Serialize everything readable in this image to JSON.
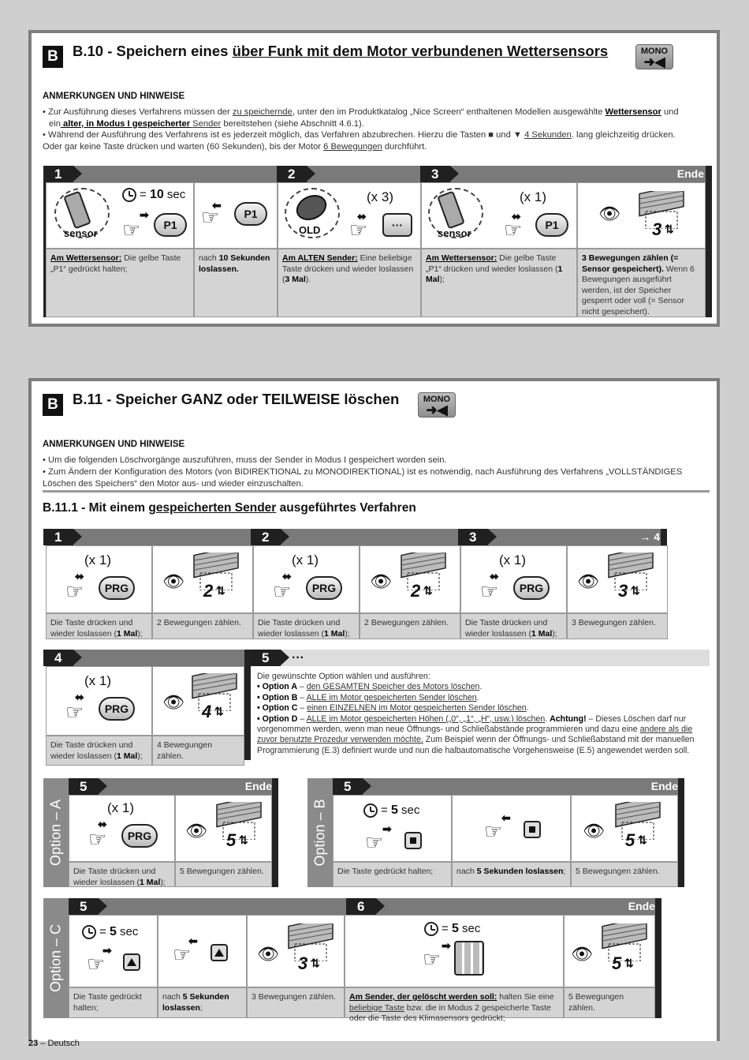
{
  "b10": {
    "badge": "B",
    "title_pre": "B.10 - Speichern eines ",
    "title_u": "über Funk mit dem Motor verbundenen Wettersensors",
    "mono": "MONO",
    "notes_heading": "ANMERKUNGEN UND HINWEISE",
    "note1a": "• Zur Ausführung dieses Verfahrens müssen der ",
    "note1b": "zu speichernde",
    "note1c": ", unter den im Produktkatalog „Nice Screen“ enthaltenen Modellen ausgewählte ",
    "note1d": "Wettersensor",
    "note1e": " und",
    "note1f": "ein",
    "note1g": " alter, in Modus I gespeicherter",
    "note1h": " Sender",
    "note1i": " bereitstehen (siehe Abschnitt 4.6.1).",
    "note2a": "• Während der Ausführung des Verfahrens ist es jederzeit möglich, das Verfahren abzubrechen. Hierzu die Tasten ■ und ▼ ",
    "note2b": "4 Sekunden",
    "note2c": ". lang gleichzeitig drücken.",
    "note2d": "  Oder gar keine Taste drücken und warten (60 Sekunden), bis der Motor ",
    "note2e": "6 Bewegungen",
    "note2f": " durchführt.",
    "steps": [
      "1",
      "2",
      "3"
    ],
    "ende": "Ende",
    "sensor": "sensor",
    "sec10": "10",
    "sec_unit": " sec",
    "p1": "P1",
    "old": "OLD",
    "x3": "(x 3)",
    "x1": "(x 1)",
    "dots": "···",
    "num3": "3",
    "cap1a": "Am Wettersensor:",
    "cap1b": " Die gelbe Taste „P1“ gedrückt halten;",
    "cap2a": "nach ",
    "cap2b": "10 Sekunden loslassen.",
    "cap3a": "Am ALTEN Sender:",
    "cap3b": " Eine beliebige Taste drücken und wieder loslassen (",
    "cap3c": "3 Mal",
    "cap3d": ").",
    "cap4a": "Am Wettersensor:",
    "cap4b": " Die gelbe Taste „P1“ drücken und wieder loslassen (",
    "cap4c": "1 Mal",
    "cap4d": ");",
    "cap5a": "3 Bewegungen zählen (= Sensor gespeichert).",
    "cap5b": " Wenn 6 Bewegungen ausgeführt werden, ist der Speicher gesperrt oder voll (= Sensor nicht gespeichert)."
  },
  "b11": {
    "badge": "B",
    "title": "B.11 - Speicher GANZ oder TEILWEISE löschen",
    "mono": "MONO",
    "notes_heading": "ANMERKUNGEN UND HINWEISE",
    "note1": "• Um die folgenden Löschvorgänge auszuführen, muss der Sender in Modus I gespeichert worden sein.",
    "note2": "• Zum Ändern der Konfiguration des Motors (von BIDIREKTIONAL zu MONODIREKTIONAL) ist es notwendig, nach Ausführung des Verfahrens „VOLLSTÄNDIGES Löschen des Speichers“ den Motor aus- und wieder einzuschalten.",
    "sub_pre": "B.11.1 - Mit einem ",
    "sub_u": "gespeicherten Sender",
    "sub_post": " ausgeführtes Verfahren",
    "prg": "PRG",
    "x1": "(x 1)",
    "arrow4": "→ 4",
    "steps_row1": [
      "1",
      "2",
      "3"
    ],
    "counts_row1": [
      "2",
      "2",
      "3"
    ],
    "press_cap_a": "Die Taste drücken und wieder loslassen (",
    "press_cap_b": "1 Mal",
    "press_cap_c": ");",
    "count_caps": [
      "2 Bewegungen zählen.",
      "2 Bewegungen zählen.",
      "3 Bewegungen zählen."
    ],
    "step4": "4",
    "count4": "4",
    "count4_cap": "4 Bewegungen zählen.",
    "step5": "5",
    "step5_dots": "···",
    "opt_intro": "Die gewünschte Option wählen und ausführen:",
    "optA_a": "• Option A",
    "optA_b": " – ",
    "optA_c": "den GESAMTEN Speicher des Motors löschen",
    "optB_a": "• Option B",
    "optB_c": "ALLE im Motor gespeicherten Sender löschen",
    "optC_a": "• Option C",
    "optC_c": "einen EINZELNEN im Motor gespeicherten Sender löschen",
    "optD_a": "• Option D",
    "optD_c": "ALLE im Motor gespeicherten Höhen („0“, „1“, „H“, usw.) löschen",
    "optD_d": ". ",
    "optD_e": "Achtung!",
    "optD_f": " – Dieses Löschen darf nur vorgenommen werden, wenn man neue Öffnungs- und Schließabstände programmieren und dazu eine ",
    "optD_g": "andere als die zuvor benutzte Prozedur verwenden möchte.",
    "optD_h": " Zum Beispiel wenn der Öffnungs- und Schließabstand mit der manuellen Programmierung (E.3) definiert wurde und nun die halbautomatische Vorgehensweise (E.5) angewendet werden soll.",
    "period": ".",
    "ende": "Ende",
    "optA_label": "Option – A",
    "optB_label": "Option – B",
    "optC_label": "Option – C",
    "count5": "5",
    "count5_cap": "5 Bewegungen zählen.",
    "sec5": "5",
    "sec_unit": " sec",
    "hold_cap": "Die Taste gedrückt halten;",
    "hold_cap2": "Die Taste gedrückt halten;",
    "after5a": "nach ",
    "after5b": "5 Sekunden loslassen",
    "after5c": ";",
    "step6": "6",
    "count3": "3",
    "count3_cap": "3 Bewegungen zählen.",
    "cap6a": "Am Sender, der gelöscht werden soll:",
    "cap6b": " halten Sie eine ",
    "cap6c": "beliebige Taste",
    "cap6d": " bzw. die in Modus 2 gespeicherte Taste oder die Taste des Klimasensors gedrückt;"
  },
  "footer": {
    "page": "23",
    "lang": " – Deutsch"
  }
}
